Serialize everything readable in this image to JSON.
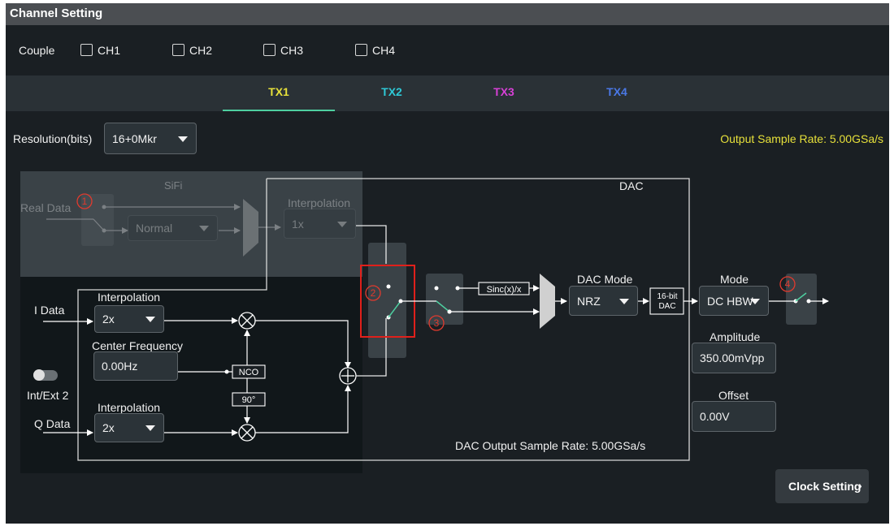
{
  "window": {
    "title": "Channel Setting"
  },
  "couple": {
    "label": "Couple",
    "channels": [
      {
        "label": "CH1",
        "checked": false
      },
      {
        "label": "CH2",
        "checked": false
      },
      {
        "label": "CH3",
        "checked": false
      },
      {
        "label": "CH4",
        "checked": false
      }
    ]
  },
  "tabs": [
    {
      "label": "TX1",
      "color": "#e6e03a",
      "active": true
    },
    {
      "label": "TX2",
      "color": "#2ec8d6",
      "active": false
    },
    {
      "label": "TX3",
      "color": "#d640d6",
      "active": false
    },
    {
      "label": "TX4",
      "color": "#4a78e6",
      "active": false
    }
  ],
  "resolution": {
    "label": "Resolution(bits)",
    "value": "16+0Mkr"
  },
  "output_rate": {
    "text": "Output Sample Rate: 5.00GSa/s",
    "color": "#e6e03a"
  },
  "sifi": {
    "title": "SiFi",
    "real_data_label": "Real Data",
    "mode_value": "Normal",
    "interp_label": "Interpolation",
    "interp_value": "1x"
  },
  "dac": {
    "title": "DAC",
    "mode_label": "DAC Mode",
    "mode_value": "NRZ",
    "sinc_label": "Sinc(x)/x",
    "bit_label_1": "16-bit",
    "bit_label_2": "DAC",
    "output_rate": "DAC Output Sample Rate: 5.00GSa/s"
  },
  "iq": {
    "i_label": "I Data",
    "q_label": "Q Data",
    "i_interp_label": "Interpolation",
    "i_interp_value": "2x",
    "center_freq_label": "Center Frequency",
    "center_freq_value": "0.00Hz",
    "nco_label": "NCO",
    "phase_label": "90°",
    "q_interp_label": "Interpolation",
    "q_interp_value": "2x",
    "toggle_label": "Int/Ext 2",
    "toggle_on": false
  },
  "markers": {
    "m1": "①",
    "m2": "②",
    "m3": "③",
    "m4": "④",
    "color": "#e03a2e"
  },
  "output": {
    "mode_label": "Mode",
    "mode_value": "DC HBW",
    "amplitude_label": "Amplitude",
    "amplitude_value": "350.00mVpp",
    "offset_label": "Offset",
    "offset_value": "0.00V"
  },
  "clock_button": {
    "label": "Clock Setting",
    "icon": "chevron-right-icon"
  }
}
